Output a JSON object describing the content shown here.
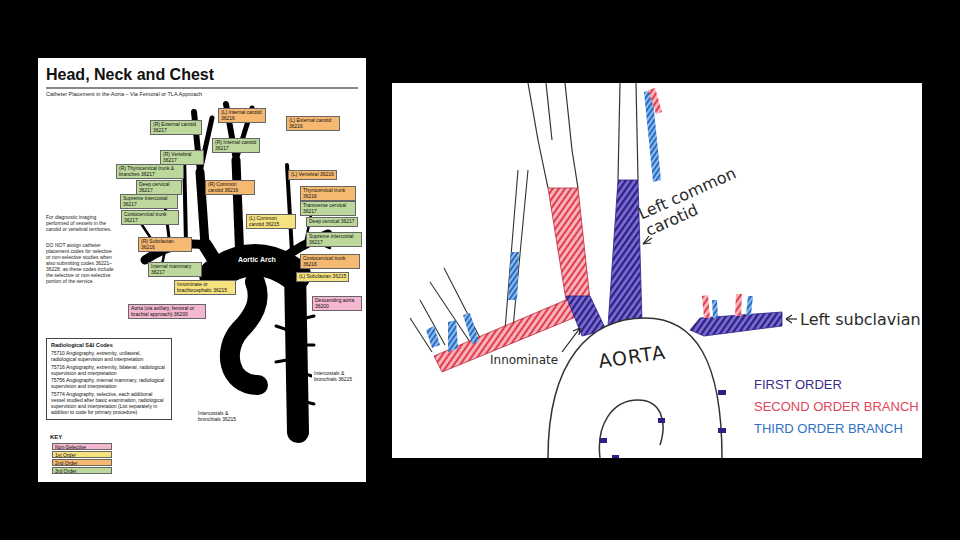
{
  "diagram": {
    "title": "Head, Neck and Chest",
    "nodes": [
      {
        "text": [
          "(L) Internal carotid 36216"
        ]
      },
      {
        "text": [
          "(R) External carotid 36217"
        ]
      },
      {
        "text": [
          "(L) External carotid 36216"
        ]
      },
      {
        "text": [
          "(R) Internal carotid 36217"
        ]
      },
      {
        "text": [
          "(R) Vertebral 36217"
        ]
      },
      {
        "text": [
          "(L) Vertebral 36216"
        ]
      },
      {
        "text": [
          "(R) Thyrocervical trunk & branches 36217"
        ]
      },
      {
        "text": [
          "(R) Common carotid 36216"
        ]
      },
      {
        "text": [
          "Deep cervical 36217"
        ]
      },
      {
        "text": [
          "Thyrocervical trunk 36216"
        ]
      },
      {
        "text": [
          "Supreme intercostal 36217"
        ]
      },
      {
        "text": [
          "Transverse cervical 36217"
        ]
      },
      {
        "text": [
          "Costocervical trunk 36217"
        ]
      },
      {
        "text": [
          "(L) Common carotid 36215"
        ]
      },
      {
        "text": [
          "Deep cervical 36217"
        ]
      },
      {
        "text": [
          "Supreme intercostal 36217"
        ]
      },
      {
        "text": [
          "(R) Subclavian 36216"
        ]
      },
      {
        "text": [
          "Costocervical trunk 36216"
        ]
      },
      {
        "text": [
          "Internal mammary 36217"
        ]
      },
      {
        "text": [
          "Innominate or brachiocephalic 36215"
        ]
      },
      {
        "text": [
          "(L) Subclavian 36215"
        ]
      },
      {
        "text": [
          "Aorta (via axillary, femoral or brachial approach) 36200"
        ]
      },
      {
        "text": [
          "Descending aorta 36200"
        ]
      },
      {
        "text": [
          "Intercostals & bronchials 36215"
        ]
      },
      {
        "text": [
          "Intercostals & bronchials 36215"
        ]
      },
      {
        "text": [
          "Radiological S&I Codes",
          "75710 Angiography, extremity, unilateral, radiological supervision and interpretation",
          "75716 Angiography, extremity, bilateral, radiological supervision and interpretation",
          "75756 Angiography, internal mammary, radiological supervision and interpretation",
          "75774 Angiography, selective, each additional vessel studied after basic examination, radiological supervision and interpretation (List separately in addition to code for primary procedure)"
        ]
      }
    ],
    "labels": [
      "Catheter Placement in the Aorta – Via Femoral or TLA Approach",
      "For diagnostic imaging performed of vessels in the carotid or vertebral territories.",
      "DO NOT assign catheter placement codes for selective or non-selective studies when also submitting codes 36221–36228, as these codes include the selective or non-selective portion of the service.",
      "Aortic Arch",
      "KEY",
      "Left common carotid",
      "Left subclavian",
      "Innominate",
      "AORTA"
    ],
    "legend": [
      {
        "text": "Non-Selective",
        "color": "#f3b7cf"
      },
      {
        "text": "1st Order",
        "color": "#f6e27f"
      },
      {
        "text": "2nd Order",
        "color": "#f5b971"
      },
      {
        "text": "3rd Order",
        "color": "#bcd89c"
      },
      {
        "text": "FIRST ORDER"
      },
      {
        "text": "SECOND ORDER BRANCH"
      },
      {
        "text": "THIRD ORDER BRANCH"
      }
    ]
  }
}
